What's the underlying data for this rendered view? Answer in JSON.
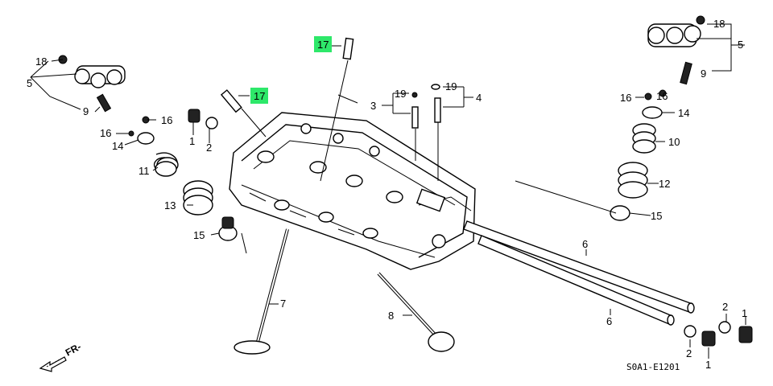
{
  "callouts": {
    "c1_left": "1",
    "c2_left": "2",
    "c1_right": "1",
    "c2_right_bottom": "2",
    "c1_far": "1",
    "c2_far": "2",
    "c3": "3",
    "c4": "4",
    "c5_left": "5",
    "c5_right": "5",
    "c6_top": "6",
    "c6_bottom": "6",
    "c7": "7",
    "c8": "8",
    "c9_left": "9",
    "c9_right": "9",
    "c10": "10",
    "c11": "11",
    "c12": "12",
    "c13": "13",
    "c14_left": "14",
    "c14_right": "14",
    "c15_left": "15",
    "c15_right": "15",
    "c16_left_a": "16",
    "c16_left_b": "16",
    "c16_right_a": "16",
    "c16_right_b": "16",
    "c17_left": "17",
    "c17_right": "17",
    "c18_left": "18",
    "c18_right": "18",
    "c19_a": "19",
    "c19_b": "19"
  },
  "highlight_color": "#2ee86a",
  "direction_label": "FR-",
  "diagram_code": "S0A1-E1201"
}
